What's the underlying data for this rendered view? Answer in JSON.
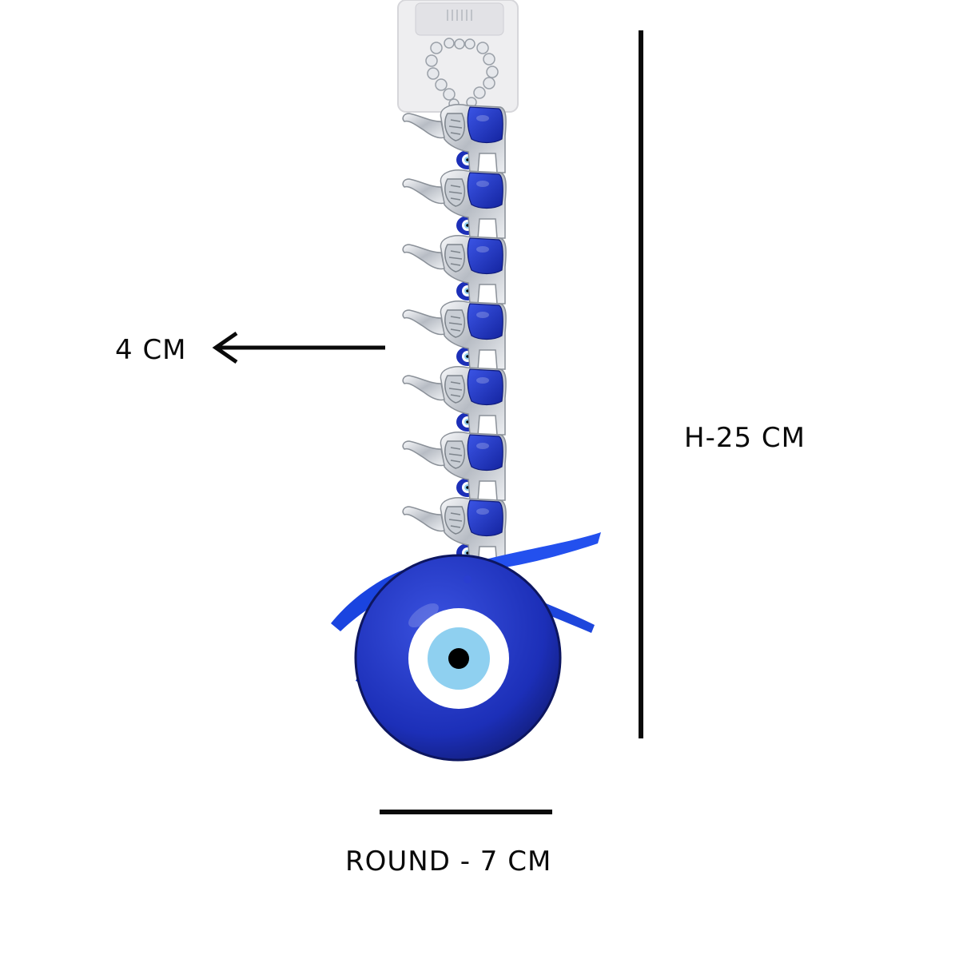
{
  "dimensions": {
    "width_label": "4 CM",
    "height_label": "H-25 CM",
    "round_label": "ROUND - 7 CM"
  },
  "product": {
    "elephant_count": 7
  },
  "colors": {
    "background": "#ffffff",
    "text": "#0a0a0a",
    "cobalt": "#1c2fb8",
    "cobalt_dark": "#12207e",
    "eye_white": "#ffffff",
    "eye_light_blue": "#8fd0f0",
    "pupil": "#000000",
    "silver": "#d9dde2",
    "ribbon": "#1a44e0"
  }
}
